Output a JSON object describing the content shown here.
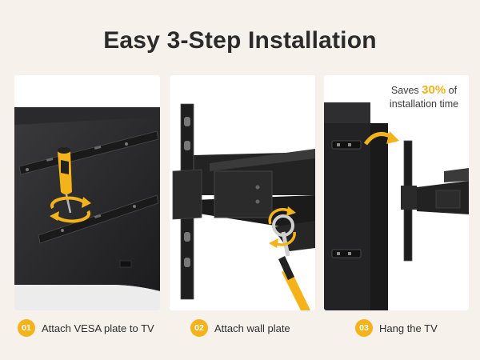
{
  "page": {
    "title": "Easy 3-Step Installation",
    "accent_color": "#f4b21b",
    "background_color": "#f6f1ea"
  },
  "callout": {
    "prefix": "Saves",
    "highlight": "30%",
    "suffix": "of",
    "line2": "installation time"
  },
  "steps": [
    {
      "number": "01",
      "label": "Attach VESA plate to TV"
    },
    {
      "number": "02",
      "label": "Attach wall plate"
    },
    {
      "number": "03",
      "label": "Hang the TV"
    }
  ],
  "icons": [
    "screwdriver-icon",
    "wrench-icon",
    "rotate-arrows-icon",
    "curved-arrow-icon"
  ]
}
